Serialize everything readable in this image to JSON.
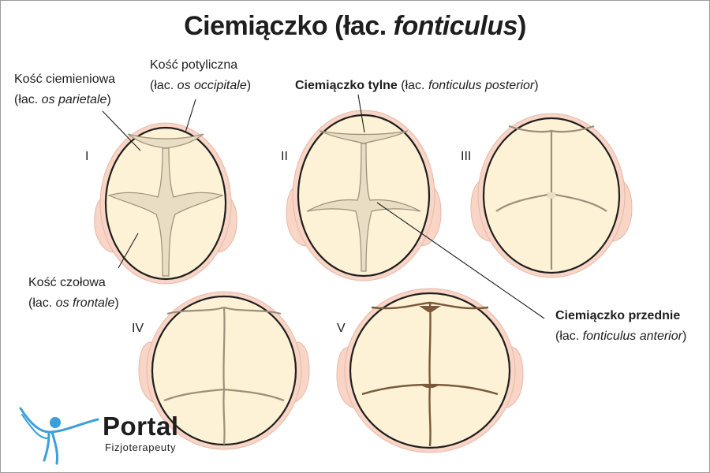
{
  "title": {
    "main": "Ciemiączko (łac. ",
    "italic": "fonticulus",
    "close": ")"
  },
  "labels": {
    "parietal": {
      "line1": "Kość ciemieniowa",
      "prefix": "(łac. ",
      "term": "os parietale",
      "suffix": ")"
    },
    "occipital": {
      "line1": "Kość potyliczna",
      "prefix": "(łac. ",
      "term": "os occipitale",
      "suffix": ")"
    },
    "frontal": {
      "line1": "Kość czołowa",
      "prefix": "(łac. ",
      "term": "os frontale",
      "suffix": ")"
    },
    "posterior": {
      "bold": "Ciemiączko tylne",
      "prefix": " (łac. ",
      "term": "fonticulus posterior",
      "suffix": ")"
    },
    "anterior": {
      "bold": "Ciemiączko przednie",
      "prefix": "(łac. ",
      "term": "fonticulus anterior",
      "suffix": ")"
    }
  },
  "stages": [
    "I",
    "II",
    "III",
    "IV",
    "V"
  ],
  "logo": {
    "name": "Portal",
    "subtitle": "Fizjoterapeuty"
  },
  "colors": {
    "skin": "#f8d5c6",
    "bone": "#fdf1d6",
    "fontanelle": "#e9ddc4",
    "suture": "#9c8f7b",
    "closed_fontanelle": "#7a5a3a",
    "outline": "#1e1e1e",
    "logo_figure": "#3aa0dc"
  }
}
